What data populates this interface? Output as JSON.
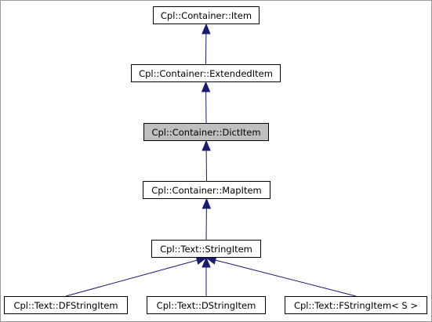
{
  "diagram": {
    "nodes": [
      {
        "id": "item",
        "label": "Cpl::Container::Item",
        "current": false
      },
      {
        "id": "extended",
        "label": "Cpl::Container::ExtendedItem",
        "current": false
      },
      {
        "id": "dict",
        "label": "Cpl::Container::DictItem",
        "current": true
      },
      {
        "id": "map",
        "label": "Cpl::Container::MapItem",
        "current": false
      },
      {
        "id": "string",
        "label": "Cpl::Text::StringItem",
        "current": false
      },
      {
        "id": "dfstring",
        "label": "Cpl::Text::DFStringItem",
        "current": false
      },
      {
        "id": "dstring",
        "label": "Cpl::Text::DStringItem",
        "current": false
      },
      {
        "id": "fstring",
        "label": "Cpl::Text::FStringItem< S >",
        "current": false
      }
    ],
    "edges": [
      {
        "from": "extended",
        "to": "item"
      },
      {
        "from": "dict",
        "to": "extended"
      },
      {
        "from": "map",
        "to": "dict"
      },
      {
        "from": "string",
        "to": "map"
      },
      {
        "from": "dfstring",
        "to": "string"
      },
      {
        "from": "dstring",
        "to": "string"
      },
      {
        "from": "fstring",
        "to": "string"
      }
    ],
    "colors": {
      "edge": "#1a1a6e",
      "current_fill": "#bfbfbf",
      "node_fill": "#ffffff",
      "border": "#000000"
    }
  }
}
